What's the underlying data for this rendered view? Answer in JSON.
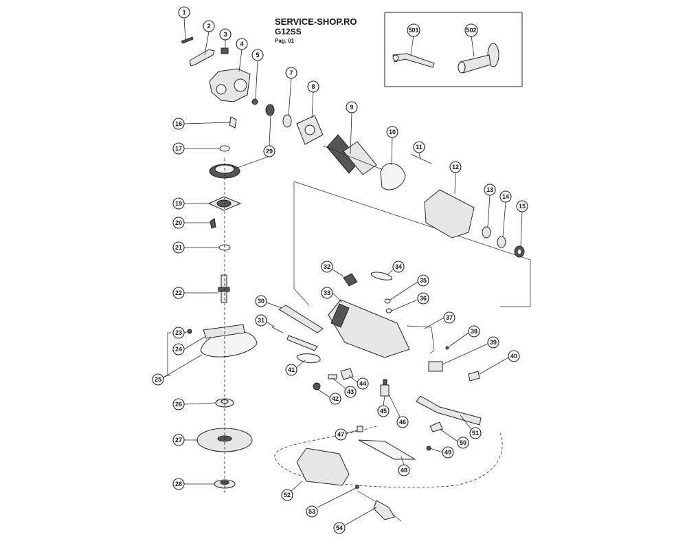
{
  "header": {
    "shop": "SERVICE-SHOP.RO",
    "model": "G12SS",
    "page": "Pag. 01"
  },
  "accessories": [
    "501",
    "502"
  ],
  "callouts": [
    "1",
    "2",
    "3",
    "4",
    "5",
    "7",
    "8",
    "9",
    "10",
    "11",
    "12",
    "13",
    "14",
    "15",
    "16",
    "17",
    "19",
    "20",
    "21",
    "22",
    "23",
    "24",
    "25",
    "26",
    "27",
    "28",
    "29",
    "30",
    "31",
    "32",
    "33",
    "34",
    "35",
    "36",
    "37",
    "38",
    "39",
    "40",
    "41",
    "42",
    "43",
    "44",
    "45",
    "46",
    "47",
    "48",
    "49",
    "50",
    "51",
    "52",
    "53",
    "54"
  ]
}
